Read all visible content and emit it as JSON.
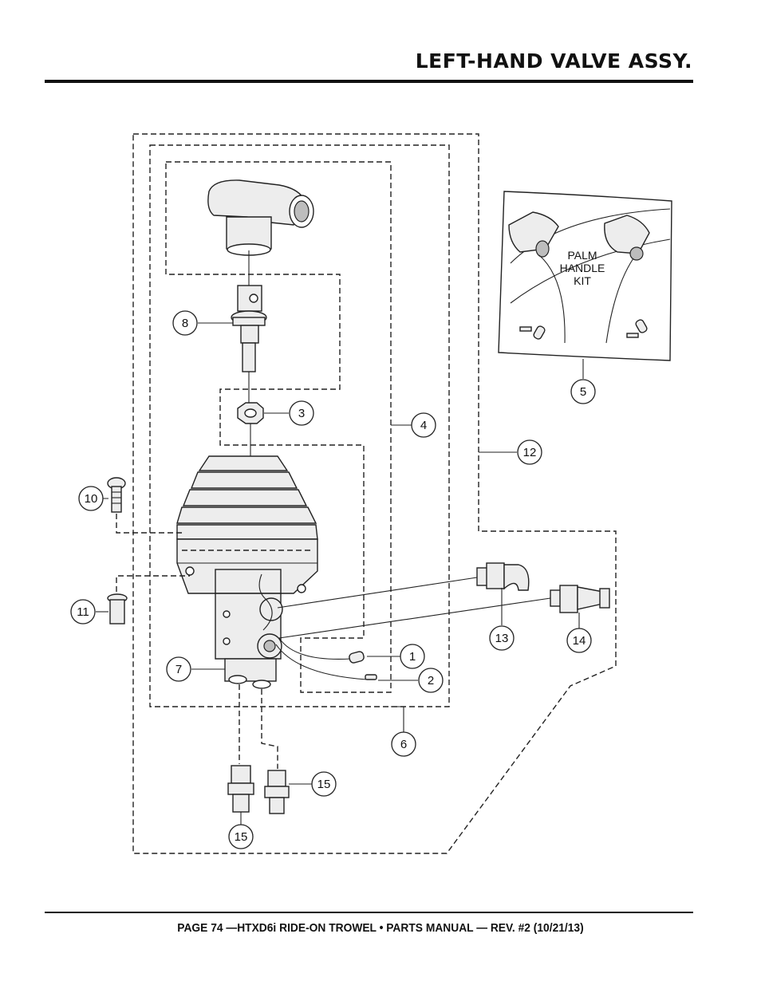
{
  "header": {
    "title": "LEFT-HAND VALVE ASSY."
  },
  "footer": {
    "text": "PAGE 74 —HTXD6i RIDE-ON TROWEL • PARTS MANUAL — REV. #2 (10/21/13)"
  },
  "diagram": {
    "kit_label": [
      "PALM",
      "HANDLE",
      "KIT"
    ],
    "callouts": {
      "c1": "1",
      "c2": "2",
      "c3": "3",
      "c4": "4",
      "c5": "5",
      "c6": "6",
      "c7": "7",
      "c8": "8",
      "c10": "10",
      "c11": "11",
      "c12": "12",
      "c13": "13",
      "c14": "14",
      "c15a": "15",
      "c15b": "15"
    }
  }
}
